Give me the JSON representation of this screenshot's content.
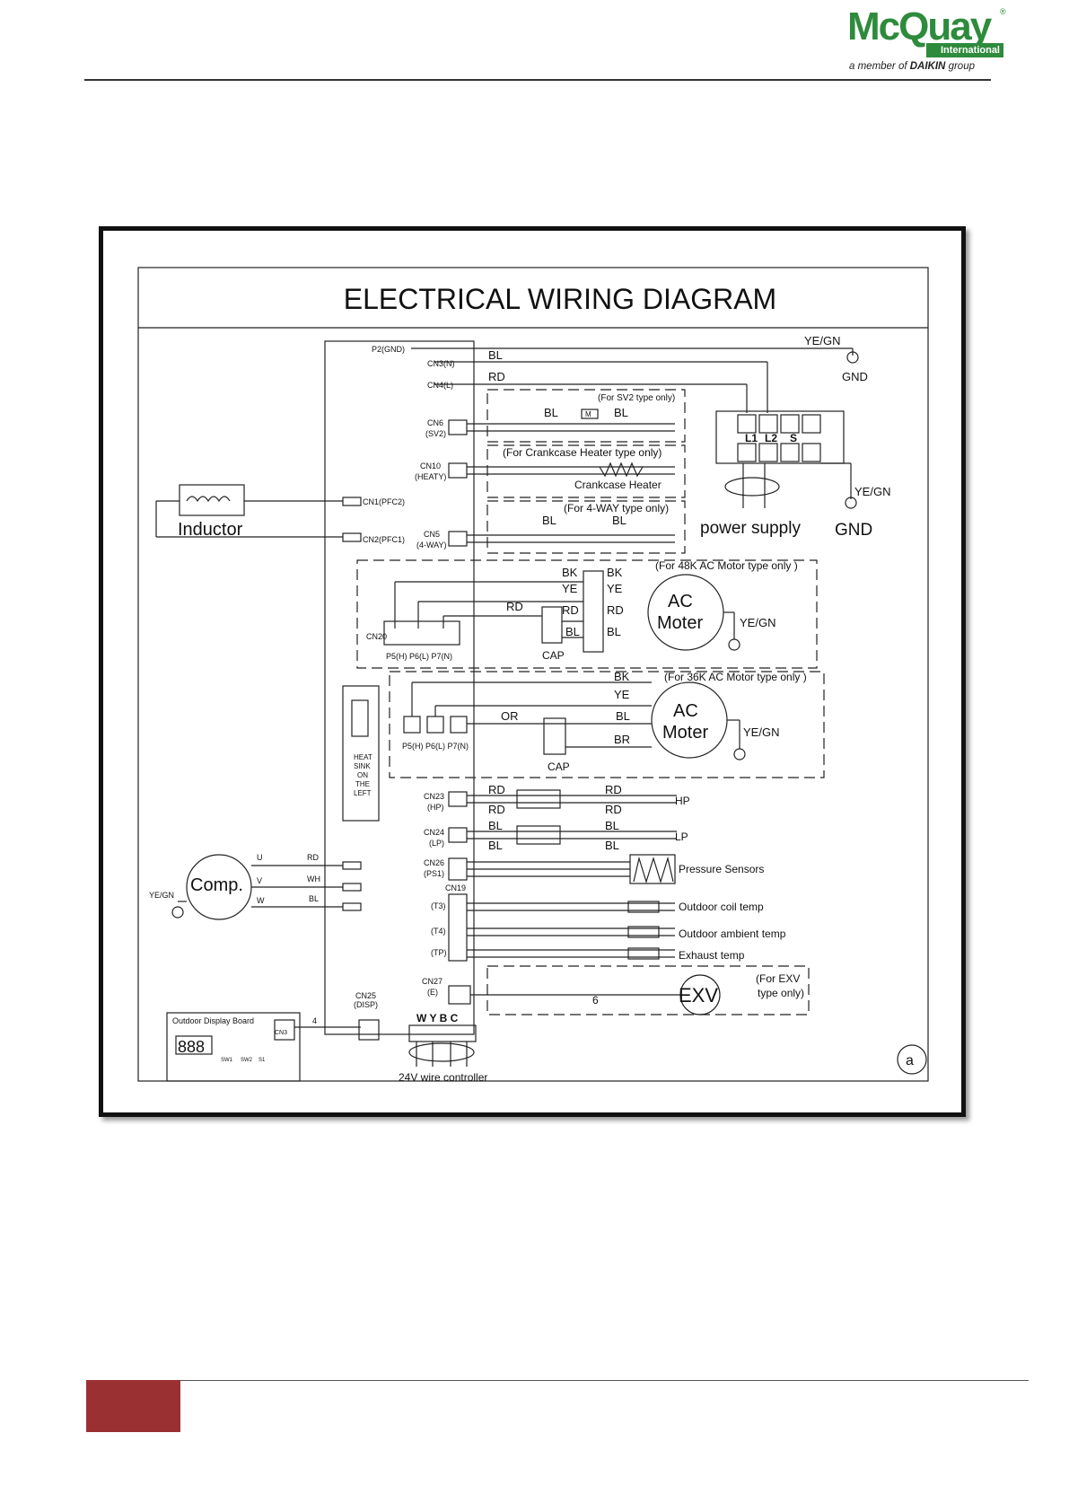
{
  "logo": {
    "brand": "McQuay",
    "sub": "International",
    "registered": "®",
    "member_prefix": "a member of ",
    "member_brand": "DAIKIN",
    "member_suffix": " group"
  },
  "diagram": {
    "title": "ELECTRICAL WIRING DIAGRAM",
    "connectors": {
      "p2": "P2(GND)",
      "cn3": "CN3(N)",
      "cn4": "CN4(L)",
      "cn6a": "CN6",
      "cn6b": "(SV2)",
      "cn10a": "CN10",
      "cn10b": "(HEATY)",
      "cn1": "CN1(PFC2)",
      "cn2": "CN2(PFC1)",
      "cn5a": "CN5",
      "cn5b": "(4-WAY)",
      "cn20": "CN20",
      "p567": "P5(H) P6(L) P7(N)",
      "p567b": "P5(H) P6(L) P7(N)",
      "cn23a": "CN23",
      "cn23b": "(HP)",
      "cn24a": "CN24",
      "cn24b": "(LP)",
      "cn26a": "CN26",
      "cn26b": "(PS1)",
      "cn19": "CN19",
      "t3": "(T3)",
      "t4": "(T4)",
      "tp": "(TP)",
      "cn27a": "CN27",
      "cn27b": "(E)",
      "cn25a": "CN25",
      "cn25b": "(DISP)",
      "cn3b": "CN3"
    },
    "wires": {
      "yegn": "YE/GN",
      "bl": "BL",
      "rd": "RD",
      "bk": "BK",
      "ye": "YE",
      "or": "OR",
      "br": "BR",
      "wh": "WH",
      "u": "U",
      "v": "V",
      "w": "W"
    },
    "labels": {
      "gnd": "GND",
      "sv2": "(For SV2 type only)",
      "m": "M",
      "crank_type": "(For Crankcase Heater type only)",
      "crank": "Crankcase Heater",
      "fourway": "(For 4-WAY type only)",
      "inductor": "Inductor",
      "power": "power supply",
      "l1": "L1",
      "l2": "L2",
      "s": "S",
      "ac48": "(For 48K AC Motor type only )",
      "ac36": "(For 36K AC Motor type only )",
      "ac": "AC",
      "moter": "Moter",
      "cap": "CAP",
      "heat1": "HEAT",
      "heat2": "SINK",
      "heat3": "ON",
      "heat4": "THE",
      "heat5": "LEFT",
      "hp": "HP",
      "lp": "LP",
      "pressure": "Pressure Sensors",
      "coil": "Outdoor coil temp",
      "ambient": "Outdoor ambient temp",
      "exhaust": "Exhaust temp",
      "exv": "EXV",
      "exv_type1": "(For EXV",
      "exv_type2": "type only)",
      "six": "6",
      "four": "4",
      "comp": "Comp.",
      "display_board": "Outdoor Display Board",
      "sw1": "SW1",
      "sw2": "SW2",
      "s1": "S1",
      "digits": "888",
      "wybc": "W   Y   B   C",
      "controller": "24V wire controller",
      "a": "a"
    }
  }
}
